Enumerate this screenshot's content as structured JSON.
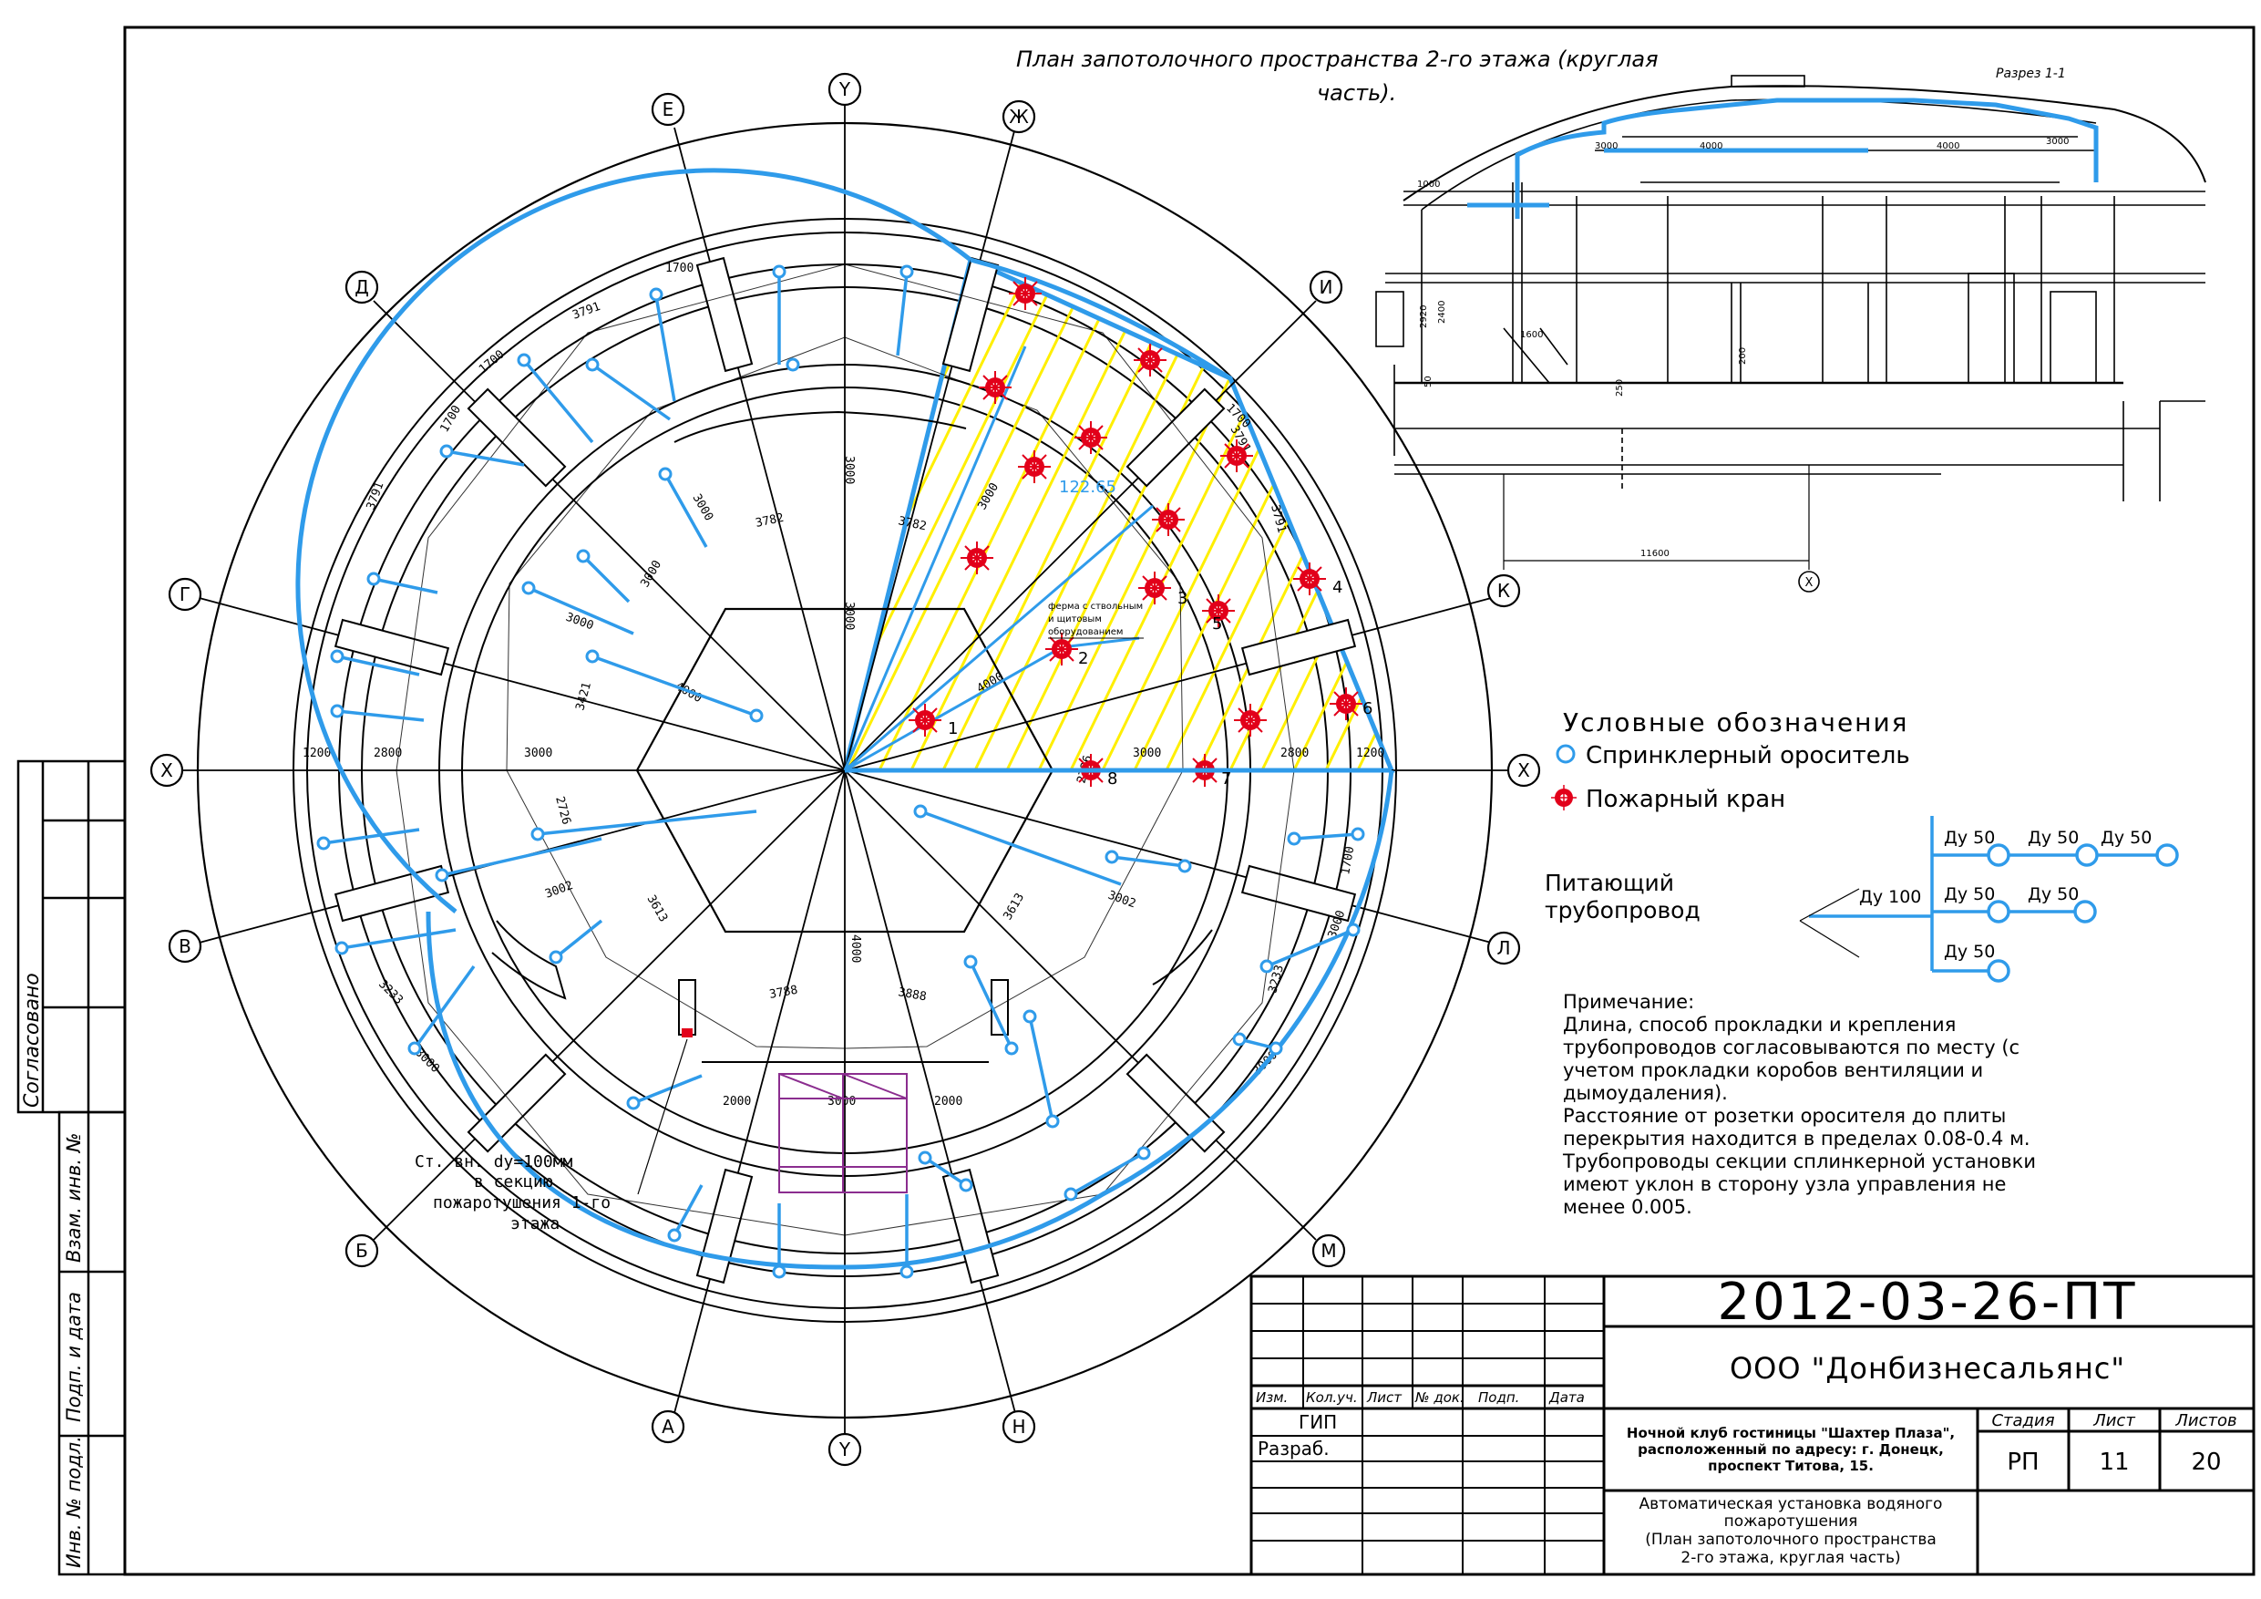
{
  "title_line1": "План запотолочного пространства 2-го этажа (круглая",
  "title_line2": "часть).",
  "section_title": "Разрез 1-1",
  "axes": {
    "Y_top": "Y",
    "Y_bottom": "Y",
    "X_left": "X",
    "X_right": "X",
    "E": "Е",
    "Zh": "Ж",
    "D": "Д",
    "I": "И",
    "G": "Г",
    "K": "К",
    "V": "В",
    "L": "Л",
    "B": "Б",
    "M": "М",
    "A": "А",
    "N": "Н"
  },
  "dims": {
    "d1700a": "1700",
    "d3791a": "3791",
    "d1700b": "1700",
    "d1700c": "1700",
    "d3791b": "3791",
    "d3782": "3782",
    "d3000a": "3000",
    "d3791c": "3791",
    "d3782b": "3782",
    "d3000b": "3000",
    "d3000c": "3000",
    "d3000d": "3000",
    "d3000e": "3000",
    "d3791d": "3791",
    "d3000f": "3000",
    "d1200a": "1200",
    "d2800a": "2800",
    "d3000g": "3000",
    "d3000h": "3000",
    "d2800b": "2800",
    "d1200b": "1200",
    "d1700d": "1700",
    "d2726": "2726",
    "d3002": "3002",
    "d3613a": "3613",
    "d3613b": "3613",
    "d4000a": "4000",
    "d2726b": "2726",
    "d3002b": "3002",
    "d3233a": "3233",
    "d3233b": "3233",
    "d3000i": "3000",
    "d3000j": "3000",
    "d3788": "3788",
    "d3888": "3888",
    "d2000a": "2000",
    "d3000k": "3000",
    "d2000b": "2000",
    "d4000b": "4000",
    "d3421": "3421",
    "d1700e": "1700",
    "d4000c": "4000",
    "d3000m": "3000"
  },
  "elev_label": "122.65",
  "fire_note": [
    "ферма с ствольным",
    "и щитовым",
    "оборудованием"
  ],
  "hydrant_nums": [
    "1",
    "2",
    "3",
    "4",
    "5",
    "6",
    "7",
    "8"
  ],
  "pipe_label": [
    "Ст. вн. dy=100мм",
    "в секцию",
    "пожаротушения 1-го",
    "этажа"
  ],
  "section_dims": {
    "s1": "3000",
    "s2": "4000",
    "s3": "4000",
    "s4": "3000",
    "s5": "1000",
    "h1": "2920",
    "h2": "2400",
    "h3": "1600",
    "h4": "50",
    "h5": "250",
    "h6": "200",
    "base": "11600",
    "axis_x": "X"
  },
  "legend": {
    "title": "Условные обозначения",
    "sprinkler": "Спринклерный ороситель",
    "hydrant": "Пожарный кран",
    "feed_l1": "Питающий",
    "feed_l2": "трубопровод",
    "du100": "Ду 100",
    "du50": "Ду 50"
  },
  "note": {
    "title": "Примечание:",
    "lines": [
      "Длина, способ прокладки и крепления",
      "трубопроводов согласовываются по месту (с",
      "учетом прокладки коробов вентиляции и",
      "дымоудаления).",
      "Расстояние от розетки оросителя до плиты",
      "перекрытия находится в пределах 0.08-0.4 м.",
      "Трубопроводы секции сплинкерной установки",
      "имеют уклон в сторону узла управления не",
      "менее 0.005."
    ]
  },
  "stamp": {
    "code": "2012-03-26-ПТ",
    "org": "ООО \"Донбизнесальянс\"",
    "col_izm": "Изм.",
    "col_koluch": "Кол.уч.",
    "col_list": "Лист",
    "col_ndok": "№ док.",
    "col_podp": "Подп.",
    "col_data": "Дата",
    "gip": "ГИП",
    "razrab": "Разраб.",
    "object_l1": "Ночной клуб гостиницы \"Шахтер Плаза\",",
    "object_l2": "расположенный по адресу: г. Донецк,",
    "object_l3": "проспект Титова, 15.",
    "sheet_l1": "Автоматическая установка водяного",
    "sheet_l2": "пожаротушения",
    "sheet_l3": "(План запотолочного пространства",
    "sheet_l4": "2-го этажа, круглая часть)",
    "h_stadiya": "Стадия",
    "h_list": "Лист",
    "h_listov": "Листов",
    "stadiya": "РП",
    "list": "11",
    "listov": "20"
  },
  "sidebar": {
    "soglasovano": "Согласовано",
    "vzam": "Взам. инв. №",
    "podp": "Подп. и дата",
    "inv": "Инв. № подл."
  },
  "colors": {
    "pipe": "#2f9bea",
    "hatch": "#ffef00",
    "hydrant": "#e2001a",
    "line": "#000000"
  }
}
